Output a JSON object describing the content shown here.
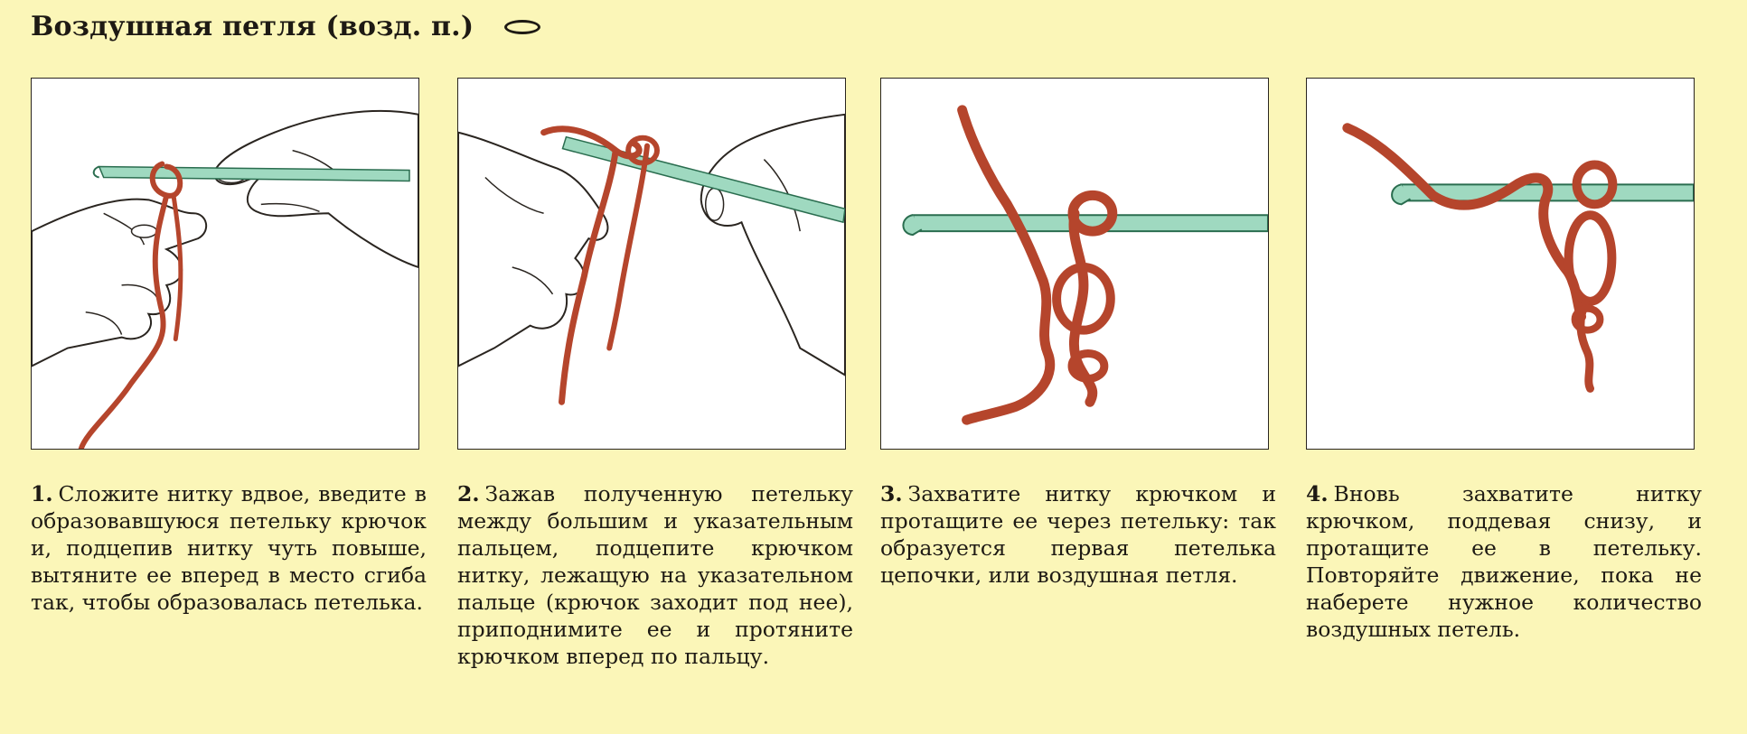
{
  "header": {
    "title": "Воздушная петля (возд. п.)",
    "symbol_icon": "oval-chain-stitch-symbol"
  },
  "colors": {
    "background": "#fbf6b8",
    "yarn": "#b5452c",
    "hook": "#9fd9c0",
    "line": "#2a2520"
  },
  "steps": [
    {
      "number": "1.",
      "illustration": "hands-folding-yarn-with-hook",
      "text": "Сложите нитку вдвое, введите в образовавшуюся петельку крючок и, подцепив нитку чуть повыше, вытяните ее вперед в место сгиба так, чтобы образовалась петелька."
    },
    {
      "number": "2.",
      "illustration": "hands-holding-loop-on-hook",
      "text": "Зажав полученную петельку между большим и указательным пальцем, подцепите крючком нитку, лежащую на указательном пальце (крючок заходит под нее), приподнимите ее и протяните крючком вперед по пальцу."
    },
    {
      "number": "3.",
      "illustration": "hook-pulling-yarn-through-loop",
      "text": "Захватите нитку крючком и протащите ее через петельку: так образуется первая петелька цепочки, или воздушная петля."
    },
    {
      "number": "4.",
      "illustration": "hook-repeating-chain-stitch",
      "text": "Вновь захватите нитку крючком, поддевая снизу, и протащите ее в петельку. Повторяйте движение, пока не наберете нужное количество воздушных петель."
    }
  ]
}
